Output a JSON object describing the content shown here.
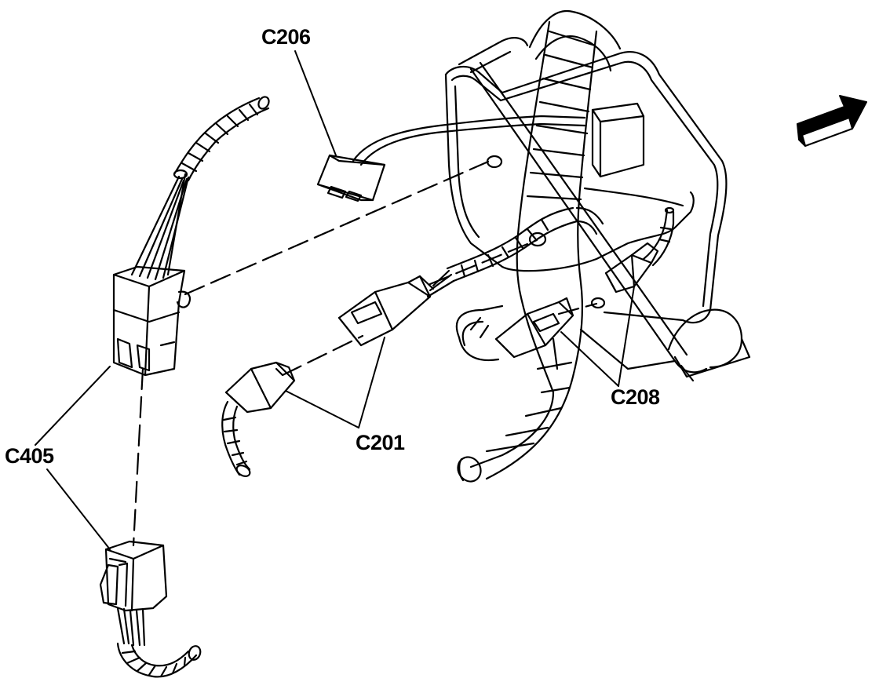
{
  "connector_labels": {
    "c206": "C206",
    "c201": "C201",
    "c208": "C208",
    "c405": "C405"
  },
  "colors": {
    "line": "#000000",
    "fill": "#ffffff",
    "background": "#ffffff"
  },
  "icons": {
    "direction_arrow": "front-direction-arrow-icon"
  }
}
